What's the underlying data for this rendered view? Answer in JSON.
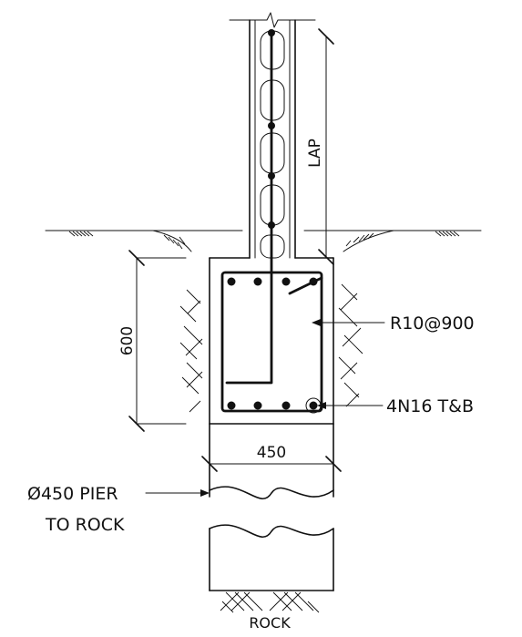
{
  "labels": {
    "lap": "LAP",
    "depth": "600",
    "width": "450",
    "ties": "R10@900",
    "bars": "4N16 T&B",
    "pier_line1": "Ø450 PIER",
    "pier_line2": "TO ROCK",
    "rock": "ROCK"
  }
}
